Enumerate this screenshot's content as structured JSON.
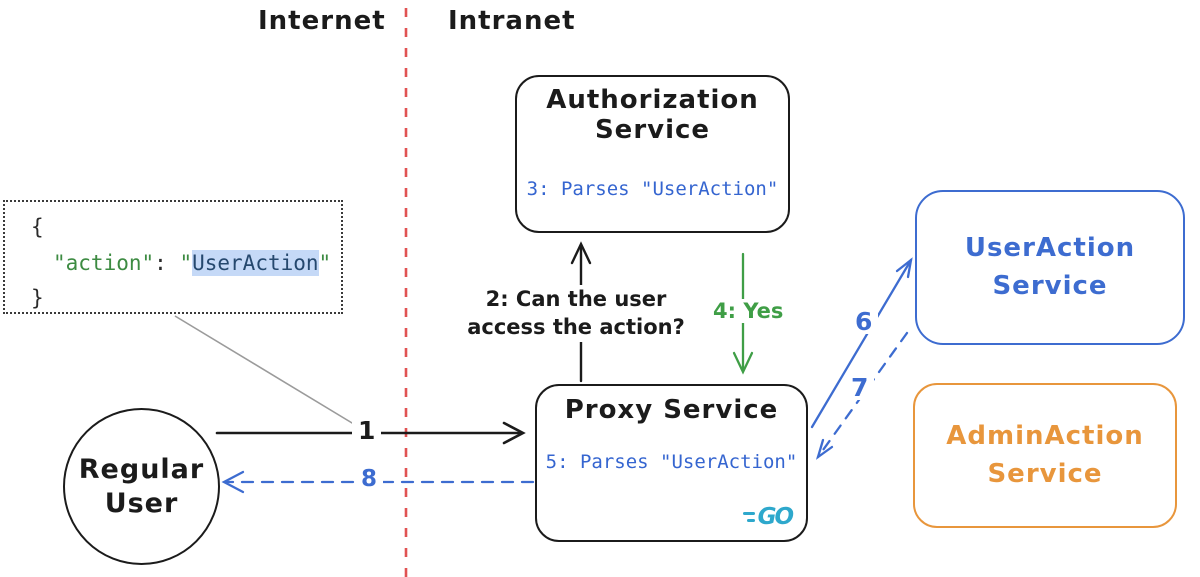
{
  "zones": {
    "internet": "Internet",
    "intranet": "Intranet"
  },
  "nodes": {
    "authorization": {
      "title": "Authorization Service",
      "code": "3: Parses \"UserAction\""
    },
    "proxy": {
      "title": "Proxy Service",
      "code": "5: Parses \"UserAction\"",
      "logo": "GO"
    },
    "user_action": {
      "title_line1": "UserAction",
      "title_line2": "Service"
    },
    "admin_action": {
      "title_line1": "AdminAction",
      "title_line2": "Service"
    },
    "regular_user": {
      "title_line1": "Regular",
      "title_line2": "User"
    }
  },
  "json_snippet": {
    "brace_open": "{",
    "key": "\"action\"",
    "separator": ": ",
    "quote": "\"",
    "value": "UserAction",
    "brace_close": "}"
  },
  "edges": {
    "step1": {
      "label": "1"
    },
    "step2": {
      "label_line1": "2: Can the user",
      "label_line2": "access the action?"
    },
    "step4": {
      "label": "4: Yes"
    },
    "step6": {
      "label": "6"
    },
    "step7": {
      "label": "7"
    },
    "step8": {
      "label": "8"
    }
  },
  "colors": {
    "blue": "#3d6cd0",
    "green": "#3f9e46",
    "orange": "#e8963c",
    "red": "#e05252",
    "code_blue": "#3565d0",
    "key_green": "#3d8b42",
    "value_navy": "#25486e",
    "highlight_bg": "#c5d9f7",
    "go_logo": "#2ea8cc"
  }
}
